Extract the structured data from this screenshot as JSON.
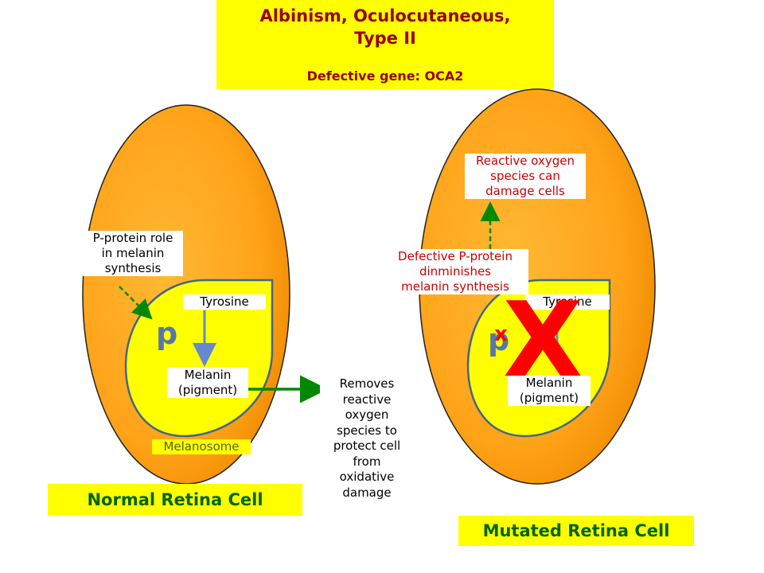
{
  "title": {
    "line1": "Albinism, Oculocutaneous,",
    "line2": "Type II",
    "gene": "Defective gene:  OCA2"
  },
  "normal_cell": {
    "caption": "Normal Retina Cell",
    "p_protein_label": [
      "P-protein role",
      "in melanin",
      "synthesis"
    ],
    "p_letter": "p",
    "tyrosine": "Tyrosine",
    "melanin": [
      "Melanin",
      "(pigment)"
    ],
    "melanosome": "Melanosome",
    "removes_text": [
      "Removes",
      "reactive",
      "oxygen",
      "species to",
      "protect cell",
      "from",
      "oxidative",
      "damage"
    ]
  },
  "mutated_cell": {
    "caption": "Mutated Retina Cell",
    "ros_label": [
      "Reactive oxygen",
      "species can",
      "damage cells"
    ],
    "defective_label": [
      "Defective P-protein",
      "dinminishes",
      "melanin synthesis"
    ],
    "p_letter": "p",
    "small_x": "x",
    "big_x": "X",
    "tyrosine": "Tyrosine",
    "melanin": [
      "Melanin",
      "(pigment)"
    ]
  },
  "colors": {
    "cell_orange": "#ffaa22",
    "melanosome_yellow": "#ffff00",
    "title_red": "#990000",
    "caption_green": "#006600",
    "arrow_green": "#008800",
    "arrow_blue": "#6688cc",
    "x_red": "#ff0000",
    "p_blue": "#5577aa"
  }
}
